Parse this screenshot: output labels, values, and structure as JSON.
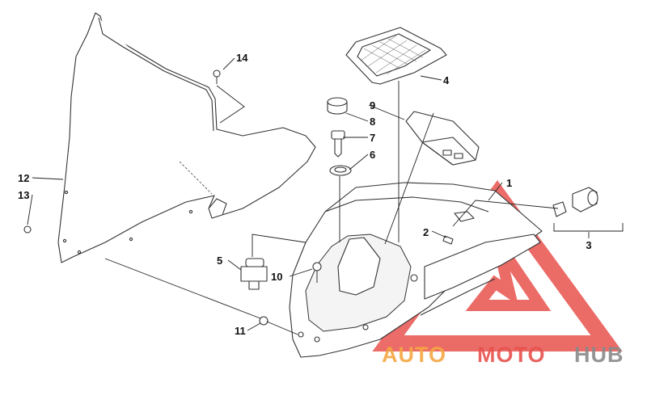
{
  "colors": {
    "line": "#333333",
    "logo_red": "#e8524d",
    "logo_orange": "#f5a742",
    "logo_gray": "#8a8a8a"
  },
  "callouts": [
    {
      "id": "1",
      "label": "1"
    },
    {
      "id": "2",
      "label": "2"
    },
    {
      "id": "3",
      "label": "3"
    },
    {
      "id": "4",
      "label": "4"
    },
    {
      "id": "5",
      "label": "5"
    },
    {
      "id": "6",
      "label": "6"
    },
    {
      "id": "7",
      "label": "7"
    },
    {
      "id": "8",
      "label": "8"
    },
    {
      "id": "9",
      "label": "9"
    },
    {
      "id": "10",
      "label": "10"
    },
    {
      "id": "11",
      "label": "11"
    },
    {
      "id": "12",
      "label": "12"
    },
    {
      "id": "13",
      "label": "13"
    },
    {
      "id": "14",
      "label": "14"
    }
  ],
  "watermark": {
    "word_auto": "AUTO",
    "word_moto": "MOTO",
    "word_hub": "HUB"
  }
}
